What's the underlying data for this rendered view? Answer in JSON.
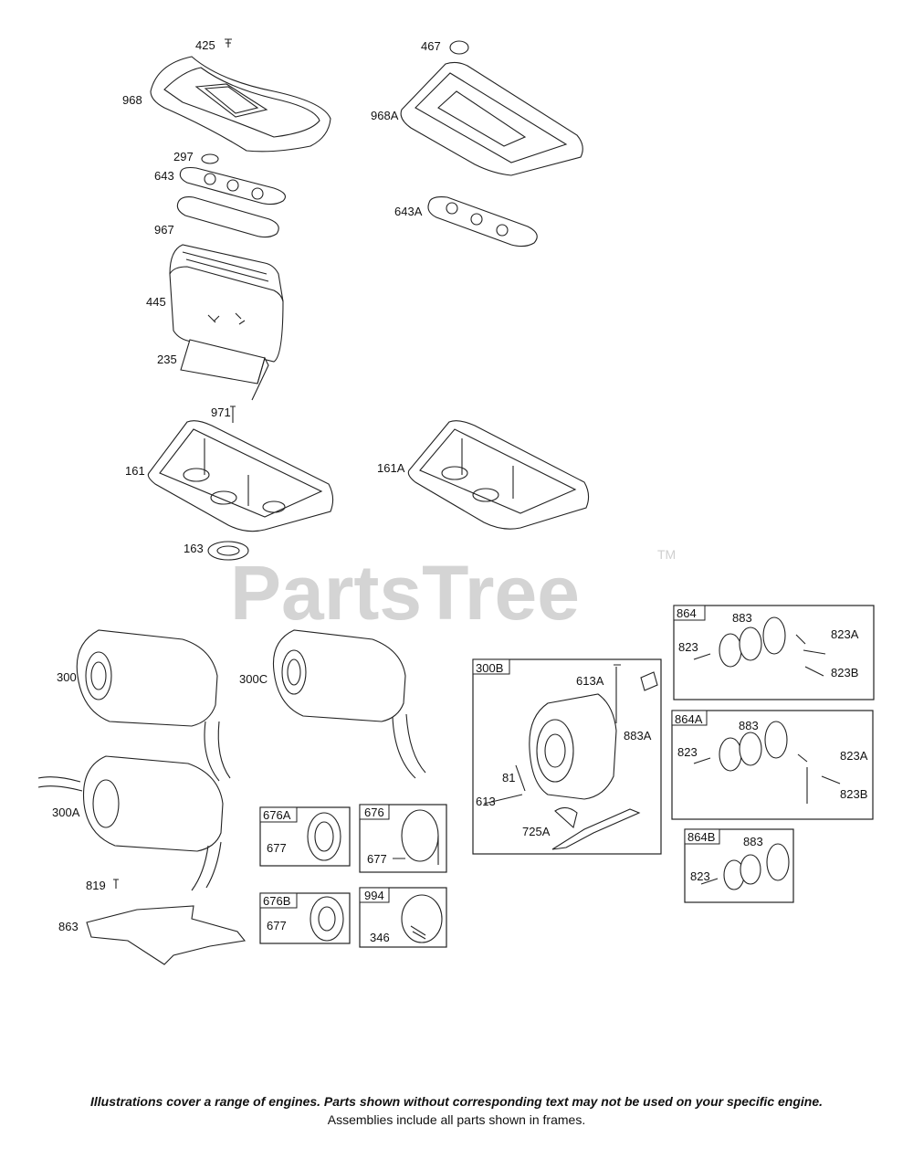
{
  "watermark": {
    "text": "PartsTree",
    "trademark": "TM"
  },
  "labels": {
    "p425": "425",
    "p968": "968",
    "p297": "297",
    "p643": "643",
    "p967": "967",
    "p445": "445",
    "p235": "235",
    "p971": "971",
    "p161": "161",
    "p163": "163",
    "p467": "467",
    "p968A": "968A",
    "p643A": "643A",
    "p161A": "161A",
    "p300": "300",
    "p300C": "300C",
    "p300A": "300A",
    "p819": "819",
    "p863": "863",
    "p300B": "300B",
    "p613A": "613A",
    "p883A": "883A",
    "p81": "81",
    "p613": "613",
    "p725A": "725A",
    "p676A": "676A",
    "p677a": "677",
    "p676": "676",
    "p677b": "677",
    "p676B": "676B",
    "p677c": "677",
    "p994": "994",
    "p346": "346",
    "p864": "864",
    "p883a": "883",
    "p823a": "823",
    "p823Aa": "823A",
    "p823Ba": "823B",
    "p864A": "864A",
    "p883b": "883",
    "p823b": "823",
    "p823Ab": "823A",
    "p823Bb": "823B",
    "p864B": "864B",
    "p883c": "883",
    "p823c": "823"
  },
  "footer": {
    "line1": "Illustrations cover a range of engines. Parts shown without corresponding text may not be used on your specific engine.",
    "line2": "Assemblies include all parts shown in frames."
  }
}
